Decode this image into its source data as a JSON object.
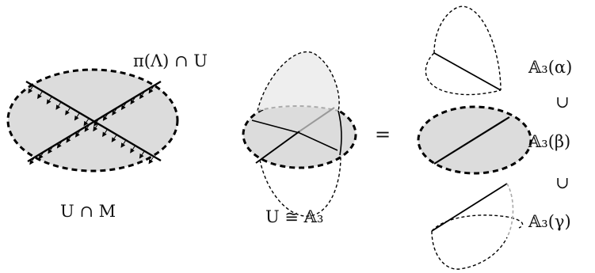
{
  "labels": {
    "pi_lambda_cap_u": "π(Λ) ∩ U",
    "u_cap_m": "U ∩ M",
    "u_iso_a3": "U ≅ 𝔸₃",
    "equals": "=",
    "a3_alpha": "𝔸₃(α)",
    "union_1": "∪",
    "a3_beta": "𝔸₃(β)",
    "union_2": "∪",
    "a3_gamma": "𝔸₃(γ)"
  },
  "colors": {
    "fill_grey": "#dcdcdc",
    "fill_light": "#eeeeee",
    "stroke": "#000000",
    "hidden_stroke": "#aaaaaa"
  }
}
